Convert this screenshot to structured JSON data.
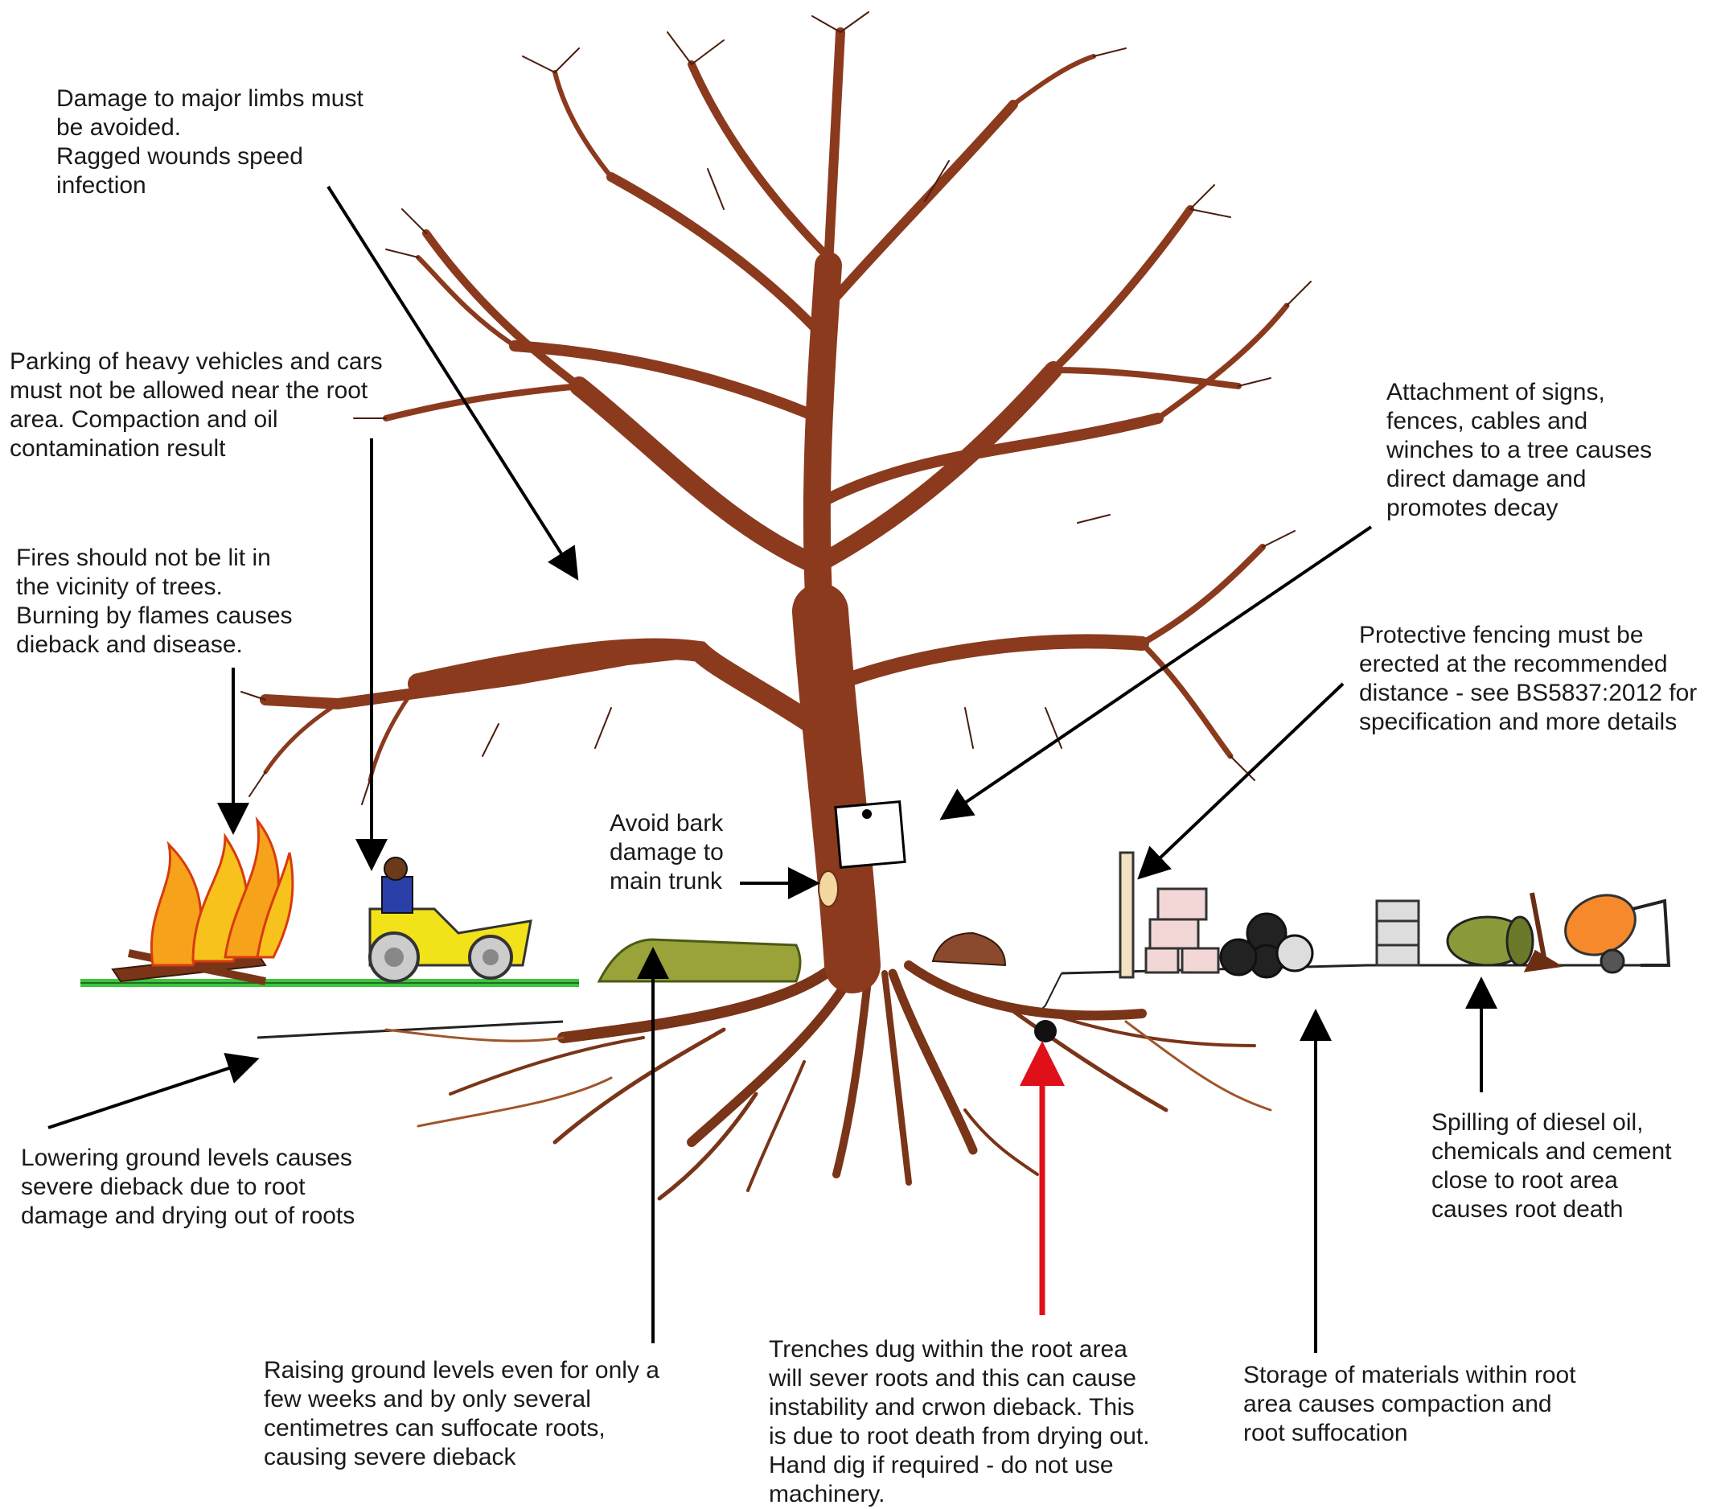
{
  "annotations": {
    "limbs": "Damage to major limbs must\nbe avoided.\nRagged wounds speed\ninfection",
    "parking": "Parking of heavy vehicles and cars\nmust not be allowed near the root\narea. Compaction and oil\ncontamination result",
    "fires": "Fires should not be lit in\nthe vicinity of trees.\nBurning by flames causes\ndieback and disease.",
    "bark": "Avoid bark\ndamage to\nmain trunk",
    "attachment": "Attachment of signs,\nfences, cables and\nwinches to a tree causes\ndirect damage and\npromotes decay",
    "fencing": "Protective fencing must be\nerected at the recommended\ndistance - see BS5837:2012 for\nspecification and more details",
    "lowering": "Lowering ground levels causes\nsevere dieback due to root\ndamage and drying out of roots",
    "spilling": "Spilling of diesel oil,\nchemicals and cement\nclose to root area\ncauses root death",
    "raising": "Raising ground levels even for only a\nfew weeks and by only several\ncentimetres can suffocate roots,\ncausing severe dieback",
    "trenches": "Trenches dug within the root area\nwill sever roots and this can cause\ninstability and crwon dieback. This\nis due to root death from drying out.\nHand dig if required - do not use\nmachinery.",
    "storage": "Storage of materials within root\narea causes compaction and\nroot suffocation"
  },
  "colors": {
    "trunk": "#8b3a1e",
    "root": "#7a3418",
    "grass": "#3ec43e",
    "soil_mound": "#9aa33a",
    "fire": "#f7a21b",
    "tractor": "#f2e21a",
    "mixer": "#f5892c",
    "oil_drum": "#8a9a3a",
    "arrow": "#000000",
    "trench_arrow": "#e0101a"
  }
}
